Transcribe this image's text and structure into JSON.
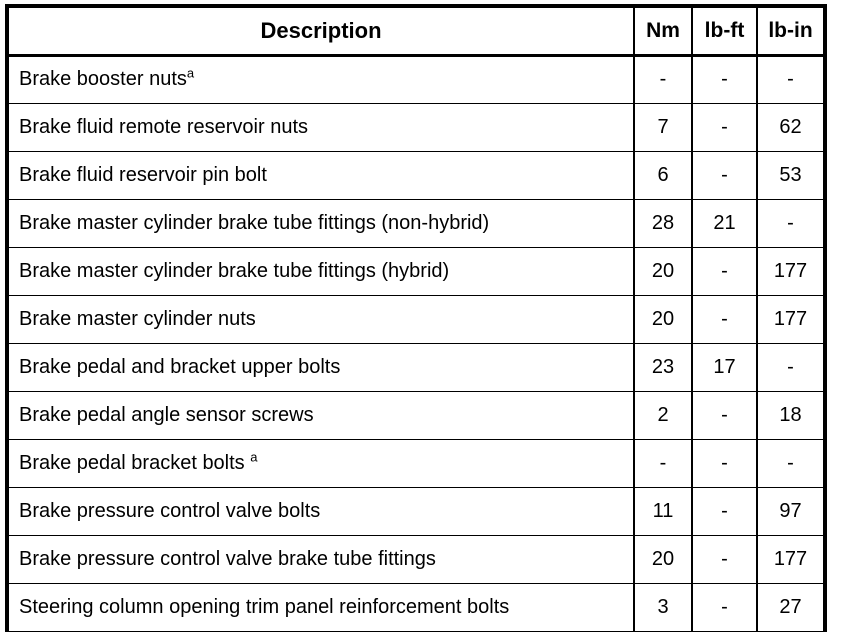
{
  "table": {
    "columns": [
      {
        "key": "description",
        "label": "Description",
        "align": "center"
      },
      {
        "key": "nm",
        "label": "Nm",
        "align": "center"
      },
      {
        "key": "lbft",
        "label": "lb-ft",
        "align": "center"
      },
      {
        "key": "lbin",
        "label": "lb-in",
        "align": "center"
      }
    ],
    "footnote_marker": "a",
    "empty_value": "-",
    "rows": [
      {
        "description": "Brake booster nuts",
        "footnote": "a",
        "footnote_spaced": false,
        "nm": "-",
        "lbft": "-",
        "lbin": "-"
      },
      {
        "description": "Brake fluid remote reservoir nuts",
        "footnote": "",
        "footnote_spaced": false,
        "nm": "7",
        "lbft": "-",
        "lbin": "62"
      },
      {
        "description": "Brake fluid reservoir pin bolt",
        "footnote": "",
        "footnote_spaced": false,
        "nm": "6",
        "lbft": "-",
        "lbin": "53"
      },
      {
        "description": "Brake master cylinder brake tube fittings (non-hybrid)",
        "footnote": "",
        "footnote_spaced": false,
        "nm": "28",
        "lbft": "21",
        "lbin": "-"
      },
      {
        "description": "Brake master cylinder brake tube fittings (hybrid)",
        "footnote": "",
        "footnote_spaced": false,
        "nm": "20",
        "lbft": "-",
        "lbin": "177"
      },
      {
        "description": "Brake master cylinder nuts",
        "footnote": "",
        "footnote_spaced": false,
        "nm": "20",
        "lbft": "-",
        "lbin": "177"
      },
      {
        "description": "Brake pedal and bracket upper bolts",
        "footnote": "",
        "footnote_spaced": false,
        "nm": "23",
        "lbft": "17",
        "lbin": "-"
      },
      {
        "description": "Brake pedal angle sensor screws",
        "footnote": "",
        "footnote_spaced": false,
        "nm": "2",
        "lbft": "-",
        "lbin": "18"
      },
      {
        "description": "Brake pedal bracket bolts",
        "footnote": "a",
        "footnote_spaced": true,
        "nm": "-",
        "lbft": "-",
        "lbin": "-"
      },
      {
        "description": "Brake pressure control valve bolts",
        "footnote": "",
        "footnote_spaced": false,
        "nm": "11",
        "lbft": "-",
        "lbin": "97"
      },
      {
        "description": "Brake pressure control valve brake tube fittings",
        "footnote": "",
        "footnote_spaced": false,
        "nm": "20",
        "lbft": "-",
        "lbin": "177"
      },
      {
        "description": "Steering column opening trim panel reinforcement bolts",
        "footnote": "",
        "footnote_spaced": false,
        "nm": "3",
        "lbft": "-",
        "lbin": "27"
      }
    ]
  },
  "colors": {
    "background": "#ffffff",
    "border": "#000000",
    "text": "#000000"
  }
}
